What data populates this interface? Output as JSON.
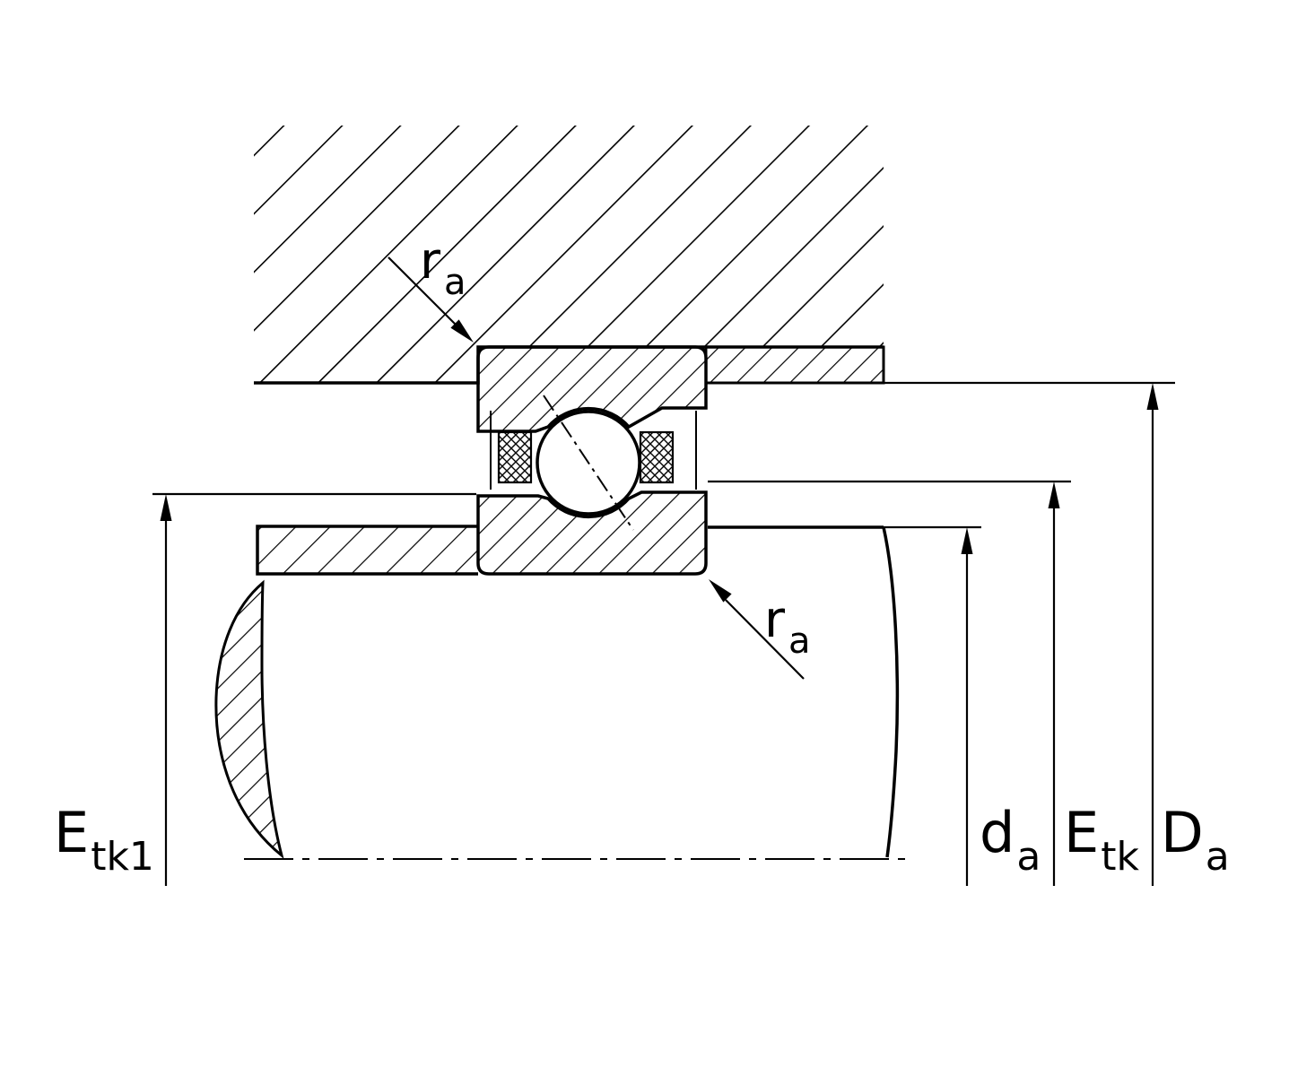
{
  "colors": {
    "line": "#000000",
    "background": "#ffffff"
  },
  "labels": {
    "fillet_radius_top": {
      "base": "r",
      "sub": "a"
    },
    "fillet_radius_bottom": {
      "base": "r",
      "sub": "a"
    },
    "dim_etk1": {
      "base": "E",
      "sub": "tk1"
    },
    "dim_da": {
      "base": "d",
      "sub": "a"
    },
    "dim_etk": {
      "base": "E",
      "sub": "tk"
    },
    "dim_Da": {
      "base": "D",
      "sub": "a"
    }
  }
}
